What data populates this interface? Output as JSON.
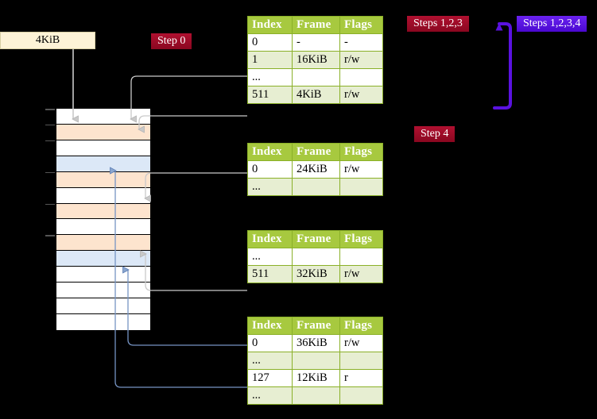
{
  "diagram": {
    "title_box": {
      "label": "4KiB"
    },
    "badges": [
      {
        "name": "step-0",
        "label": "Step 0",
        "color": "#9c0824"
      },
      {
        "name": "steps-1-2-3",
        "label": "Steps 1,2,3",
        "color": "#9c0824"
      },
      {
        "name": "steps-1-2-3-4",
        "label": "Steps 1,2,3,4",
        "color": "#5a12e0"
      },
      {
        "name": "step-4",
        "label": "Step 4",
        "color": "#9c0824"
      }
    ],
    "colors": {
      "table_header": "#a7c93f",
      "table_alt_row": "#e7eed2",
      "highlight": "#ffffa0",
      "memory_orange": "#fde4ce",
      "memory_blue": "#dce8f7",
      "accent_blue": "#5a12e0",
      "accent_red": "#9c0824",
      "connector_gray": "#b5b5b5",
      "connector_blue": "#7694c4"
    },
    "tables": [
      {
        "name": "page-table-level-1",
        "columns": [
          "Index",
          "Frame",
          "Flags"
        ],
        "rows": [
          {
            "cells": [
              "0",
              "-",
              "-"
            ],
            "style": "white",
            "highlight": false
          },
          {
            "cells": [
              "1",
              "16KiB",
              "r/w"
            ],
            "style": "alt",
            "highlight": false
          },
          {
            "cells": [
              "...",
              "",
              ""
            ],
            "style": "white",
            "highlight": false
          },
          {
            "cells": [
              "511",
              "4KiB",
              "r/w"
            ],
            "style": "alt",
            "highlight": true
          }
        ]
      },
      {
        "name": "page-table-level-2",
        "columns": [
          "Index",
          "Frame",
          "Flags"
        ],
        "rows": [
          {
            "cells": [
              "0",
              "24KiB",
              "r/w"
            ],
            "style": "white",
            "highlight": false
          },
          {
            "cells": [
              "...",
              "",
              ""
            ],
            "style": "alt",
            "highlight": false
          }
        ]
      },
      {
        "name": "page-table-level-3",
        "columns": [
          "Index",
          "Frame",
          "Flags"
        ],
        "rows": [
          {
            "cells": [
              "...",
              "",
              ""
            ],
            "style": "white",
            "highlight": false
          },
          {
            "cells": [
              "511",
              "32KiB",
              "r/w"
            ],
            "style": "alt",
            "highlight": false
          }
        ]
      },
      {
        "name": "page-table-level-4",
        "columns": [
          "Index",
          "Frame",
          "Flags"
        ],
        "rows": [
          {
            "cells": [
              "0",
              "36KiB",
              "r/w"
            ],
            "style": "white",
            "highlight": false
          },
          {
            "cells": [
              "...",
              "",
              ""
            ],
            "style": "alt",
            "highlight": false
          },
          {
            "cells": [
              "127",
              "12KiB",
              "r"
            ],
            "style": "white",
            "highlight": false
          },
          {
            "cells": [
              "...",
              "",
              ""
            ],
            "style": "alt",
            "highlight": false
          }
        ]
      }
    ],
    "memory_column": {
      "name": "physical-memory-column",
      "rows": [
        {
          "fill": "white"
        },
        {
          "fill": "orange"
        },
        {
          "fill": "white"
        },
        {
          "fill": "blue"
        },
        {
          "fill": "orange"
        },
        {
          "fill": "white"
        },
        {
          "fill": "orange"
        },
        {
          "fill": "white"
        },
        {
          "fill": "orange"
        },
        {
          "fill": "blue"
        },
        {
          "fill": "white"
        },
        {
          "fill": "white"
        },
        {
          "fill": "white"
        },
        {
          "fill": "white"
        }
      ]
    }
  }
}
